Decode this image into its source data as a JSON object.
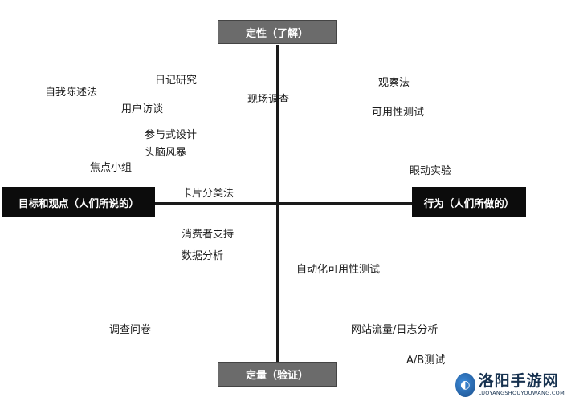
{
  "axes": {
    "top": "定性（了解）",
    "bottom": "定量（验证）",
    "left": "目标和观点（人们所说的）",
    "right": "行为（人们所做的）"
  },
  "methods": {
    "diary_study": "日记研究",
    "self_statement": "自我陈述法",
    "user_interview": "用户访谈",
    "participatory_design": "参与式设计",
    "brainstorm": "头脑风暴",
    "focus_group": "焦点小组",
    "field_study": "现场调查",
    "observation": "观察法",
    "usability_test": "可用性测试",
    "eye_tracking": "眼动实验",
    "card_sorting": "卡片分类法",
    "customer_support": "消费者支持",
    "data_analysis": "数据分析",
    "automated_usability_test": "自动化可用性测试",
    "survey": "调查问卷",
    "web_traffic_logs": "网站流量/日志分析",
    "ab_test": "A/B测试"
  },
  "watermark": {
    "title": "洛阳手游网",
    "subtitle": "LUOYANGSHOUYOUWANG.COM"
  }
}
